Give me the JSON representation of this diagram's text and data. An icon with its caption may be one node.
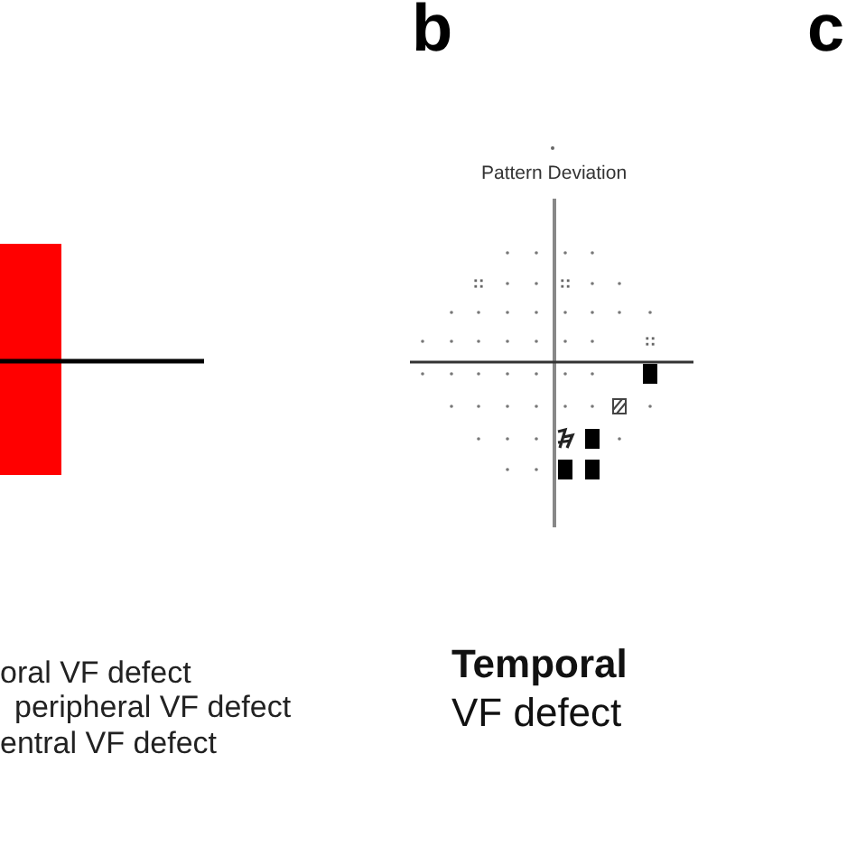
{
  "diagram": {
    "labels": [
      "b",
      "c",
      "Pattern Deviation",
      "oral VF defect",
      "peripheral VF defect",
      "entral VF defect",
      "**Temporal** VF defect"
    ]
  }
}
